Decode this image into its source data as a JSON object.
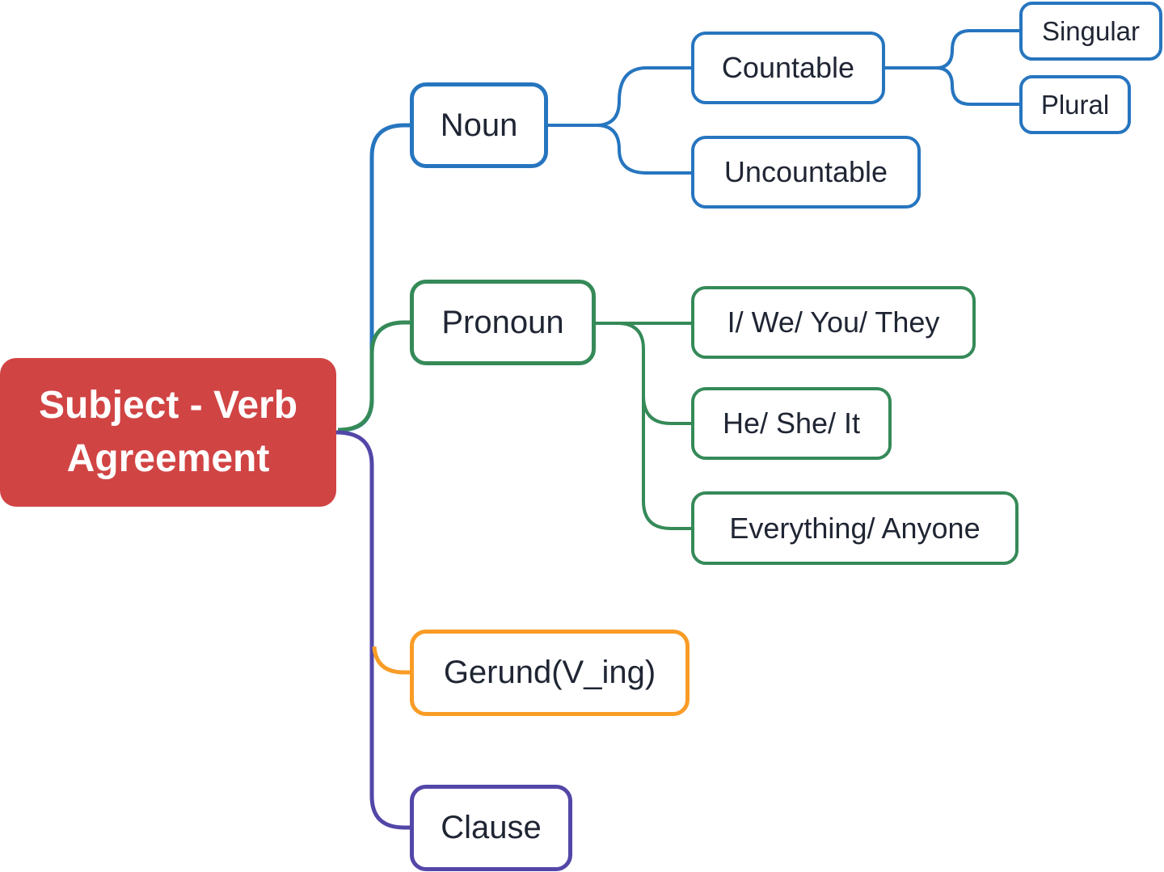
{
  "root": {
    "label": "Subject - Verb Agreement",
    "color": "#d14444"
  },
  "colors": {
    "noun": "#2675bf",
    "pronoun": "#358a58",
    "gerund": "#f99c26",
    "clause": "#5247a8",
    "text": "#1f2533"
  },
  "branches": [
    {
      "id": "noun",
      "label": "Noun",
      "children": [
        {
          "id": "countable",
          "label": "Countable",
          "children": [
            {
              "id": "singular",
              "label": "Singular"
            },
            {
              "id": "plural",
              "label": "Plural"
            }
          ]
        },
        {
          "id": "uncountable",
          "label": "Uncountable"
        }
      ]
    },
    {
      "id": "pronoun",
      "label": "Pronoun",
      "children": [
        {
          "id": "i-we-you-they",
          "label": "I/ We/ You/ They"
        },
        {
          "id": "he-she-it",
          "label": "He/ She/ It"
        },
        {
          "id": "everything-anyone",
          "label": "Everything/ Anyone"
        }
      ]
    },
    {
      "id": "gerund",
      "label": "Gerund(V_ing)"
    },
    {
      "id": "clause",
      "label": "Clause"
    }
  ]
}
